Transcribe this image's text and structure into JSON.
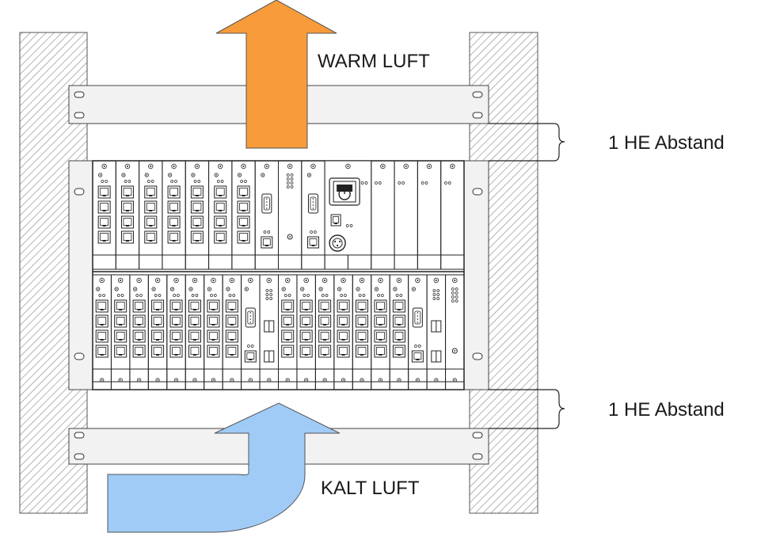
{
  "labels": {
    "warm_air": "WARM LUFT",
    "cold_air": "KALT LUFT",
    "spacing_top": "1 HE Abstand",
    "spacing_bottom": "1 HE Abstand"
  },
  "colors": {
    "warm_arrow": "#F79B3B",
    "cold_arrow": "#A0CBF7",
    "rail_fill": "#F2F2F2",
    "hatch": "#8C8C8C",
    "outline": "#333333"
  },
  "chassis": {
    "upper_slots": [
      {
        "type": "rj45",
        "ports": 4
      },
      {
        "type": "rj45",
        "ports": 4
      },
      {
        "type": "rj45",
        "ports": 4
      },
      {
        "type": "rj45",
        "ports": 4
      },
      {
        "type": "rj45",
        "ports": 4
      },
      {
        "type": "rj45",
        "ports": 4
      },
      {
        "type": "rj45",
        "ports": 4
      },
      {
        "type": "serial"
      },
      {
        "type": "coax"
      },
      {
        "type": "serial"
      },
      {
        "type": "power"
      },
      {
        "type": "power"
      },
      {
        "type": "blank"
      },
      {
        "type": "blank"
      },
      {
        "type": "blank"
      },
      {
        "type": "blank"
      }
    ],
    "lower_slots": [
      {
        "type": "rj45",
        "ports": 4
      },
      {
        "type": "rj45",
        "ports": 4
      },
      {
        "type": "rj45",
        "ports": 4
      },
      {
        "type": "rj45",
        "ports": 4
      },
      {
        "type": "rj45",
        "ports": 4
      },
      {
        "type": "rj45",
        "ports": 4
      },
      {
        "type": "rj45",
        "ports": 4
      },
      {
        "type": "rj45",
        "ports": 4
      },
      {
        "type": "serial"
      },
      {
        "type": "fiber"
      },
      {
        "type": "rj45",
        "ports": 4
      },
      {
        "type": "rj45",
        "ports": 4
      },
      {
        "type": "rj45",
        "ports": 4
      },
      {
        "type": "rj45",
        "ports": 4
      },
      {
        "type": "rj45",
        "ports": 4
      },
      {
        "type": "rj45",
        "ports": 4
      },
      {
        "type": "rj45",
        "ports": 4
      },
      {
        "type": "serial"
      },
      {
        "type": "fiber"
      },
      {
        "type": "coax"
      }
    ]
  }
}
